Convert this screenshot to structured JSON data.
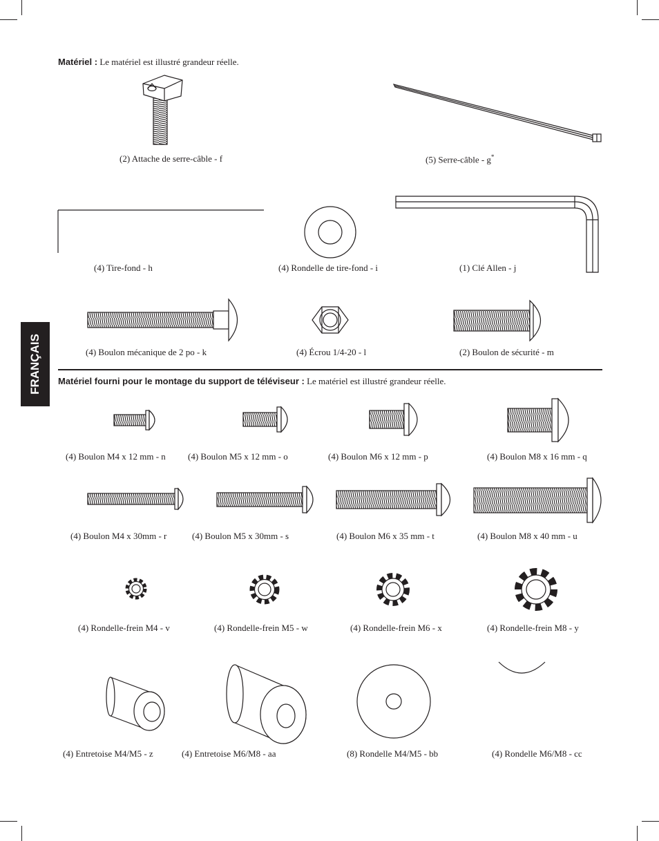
{
  "sidebar": {
    "language": "FRANÇAIS"
  },
  "section1": {
    "heading_bold": "Matériel :",
    "heading_rest": " Le matériel est illustré grandeur réelle.",
    "items": [
      {
        "label": "(2) Attache de serre-câble - f"
      },
      {
        "label": "(5) Serre-câble - g",
        "footnote": "*"
      },
      {
        "label": "(4) Tire-fond - h"
      },
      {
        "label": "(4) Rondelle de tire-fond - i"
      },
      {
        "label": "(1) Clé Allen - j"
      },
      {
        "label": "(4) Boulon mécanique de 2 po - k"
      },
      {
        "label": "(4) Écrou 1/4-20 - l"
      },
      {
        "label": "(2) Boulon de sécurité - m"
      }
    ]
  },
  "section2": {
    "heading_bold": "Matériel fourni pour le montage du support de téléviseur :",
    "heading_rest": " Le matériel est illustré grandeur réelle.",
    "items": [
      {
        "label": "(4) Boulon M4 x 12 mm - n"
      },
      {
        "label": "(4) Boulon M5 x 12 mm - o"
      },
      {
        "label": "(4) Boulon M6 x 12 mm - p"
      },
      {
        "label": "(4) Boulon M8 x 16 mm - q"
      },
      {
        "label": "(4) Boulon M4 x 30mm - r"
      },
      {
        "label": "(4) Boulon M5 x 30mm - s"
      },
      {
        "label": "(4) Boulon M6 x 35 mm - t"
      },
      {
        "label": "(4) Boulon M8 x 40 mm - u"
      },
      {
        "label": "(4) Rondelle-frein M4 - v"
      },
      {
        "label": "(4) Rondelle-frein M5 - w"
      },
      {
        "label": "(4) Rondelle-frein M6 - x"
      },
      {
        "label": "(4) Rondelle-frein M8 - y"
      },
      {
        "label": "(4) Entretoise M4/M5 - z"
      },
      {
        "label": "(4) Entretoise M6/M8 - aa"
      },
      {
        "label": "(8) Rondelle M4/M5 - bb"
      },
      {
        "label": "(4) Rondelle M6/M8 - cc"
      }
    ]
  }
}
